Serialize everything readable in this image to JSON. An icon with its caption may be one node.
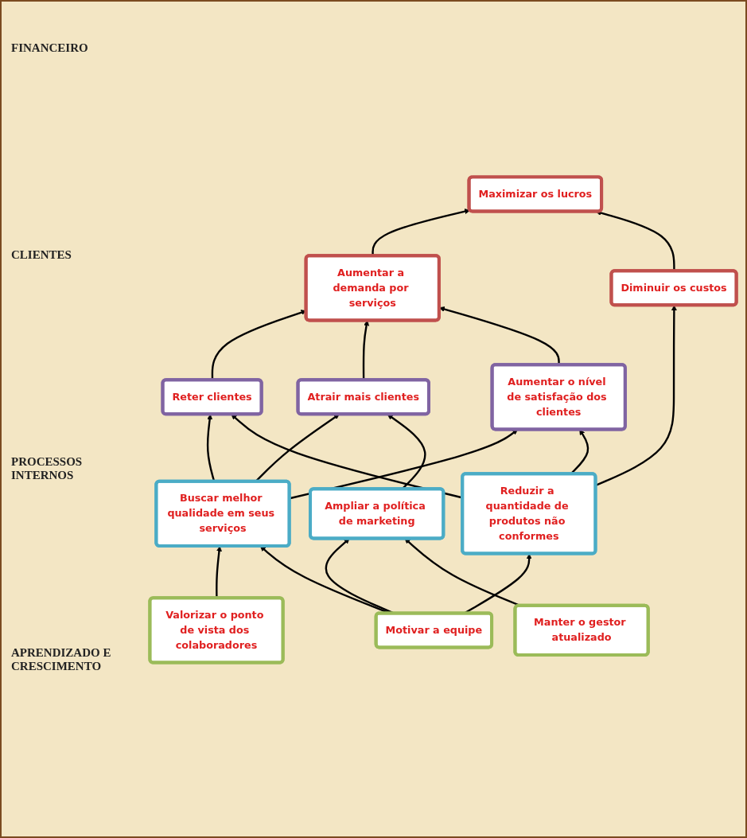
{
  "diagram": {
    "nodes": [
      {
        "text": [
          "Aumentar a demanda por serviços"
        ]
      },
      {
        "text": [
          "Maximizar os lucros"
        ]
      },
      {
        "text": [
          "Diminuir os custos"
        ]
      },
      {
        "text": [
          "Reter clientes"
        ]
      },
      {
        "text": [
          "Atrair mais clientes"
        ]
      },
      {
        "text": [
          "Aumentar o nível de satisfação dos clientes"
        ]
      },
      {
        "text": [
          "Buscar melhor qualidade em seus serviços"
        ]
      },
      {
        "text": [
          "Ampliar a política de marketing"
        ]
      },
      {
        "text": [
          "Reduzir a quantidade de produtos não conformes"
        ]
      },
      {
        "text": [
          "Valorizar o ponto de vista dos colaboradores"
        ]
      },
      {
        "text": [
          "Motivar a equipe"
        ]
      },
      {
        "text": [
          "Manter o gestor atualizado"
        ]
      }
    ],
    "edges": [
      {
        "from": 0,
        "to": 1,
        "arrow": "to"
      },
      {
        "from": 2,
        "to": 1,
        "arrow": "to"
      },
      {
        "from": 3,
        "to": 0,
        "arrow": "to"
      },
      {
        "from": 4,
        "to": 0,
        "arrow": "to"
      },
      {
        "from": 5,
        "to": 0,
        "arrow": "to"
      },
      {
        "from": 8,
        "to": 2,
        "arrow": "to"
      },
      {
        "from": 6,
        "to": 3,
        "arrow": "to"
      },
      {
        "from": 6,
        "to": 4,
        "arrow": "to"
      },
      {
        "from": 6,
        "to": 5,
        "arrow": "to"
      },
      {
        "from": 7,
        "to": 4,
        "arrow": "to"
      },
      {
        "from": 8,
        "to": 3,
        "arrow": "to"
      },
      {
        "from": 8,
        "to": 5,
        "arrow": "to"
      },
      {
        "from": 9,
        "to": 6,
        "arrow": "to"
      },
      {
        "from": 10,
        "to": 6,
        "arrow": "to"
      },
      {
        "from": 10,
        "to": 7,
        "arrow": "to"
      },
      {
        "from": 10,
        "to": 8,
        "arrow": "to"
      },
      {
        "from": 11,
        "to": 7,
        "arrow": "to"
      }
    ],
    "labels": [
      "FINANCEIRO",
      "CLIENTES",
      "PROCESSOS INTERNOS",
      "APRENDIZADO E CRESCIMENTO"
    ]
  }
}
